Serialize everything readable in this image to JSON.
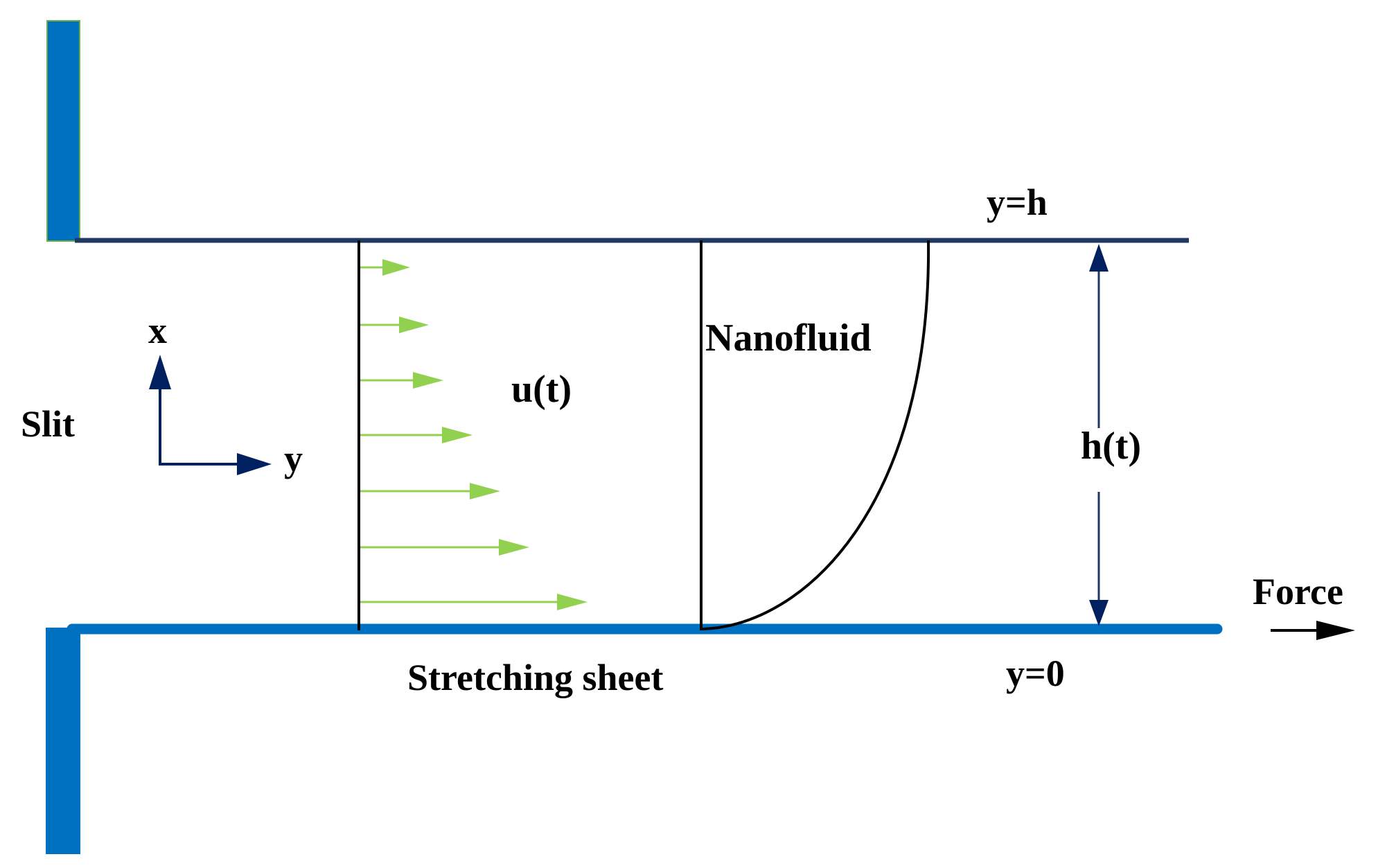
{
  "labels": {
    "slit": "Slit",
    "axis_x": "x",
    "axis_y": "y",
    "velocity": "u(t)",
    "nanofluid": "Nanofluid",
    "top_plate": "y=h",
    "bottom_plate": "y=0",
    "gap": "h(t)",
    "force": "Force",
    "sheet": "Stretching sheet"
  },
  "colors": {
    "wall": "#0070c0",
    "top_plate": "#1f3864",
    "axes": "#002060",
    "velocity_arrows": "#92d050",
    "gap_arrow": "#1f3864",
    "profile": "#000000",
    "text": "#000000"
  }
}
